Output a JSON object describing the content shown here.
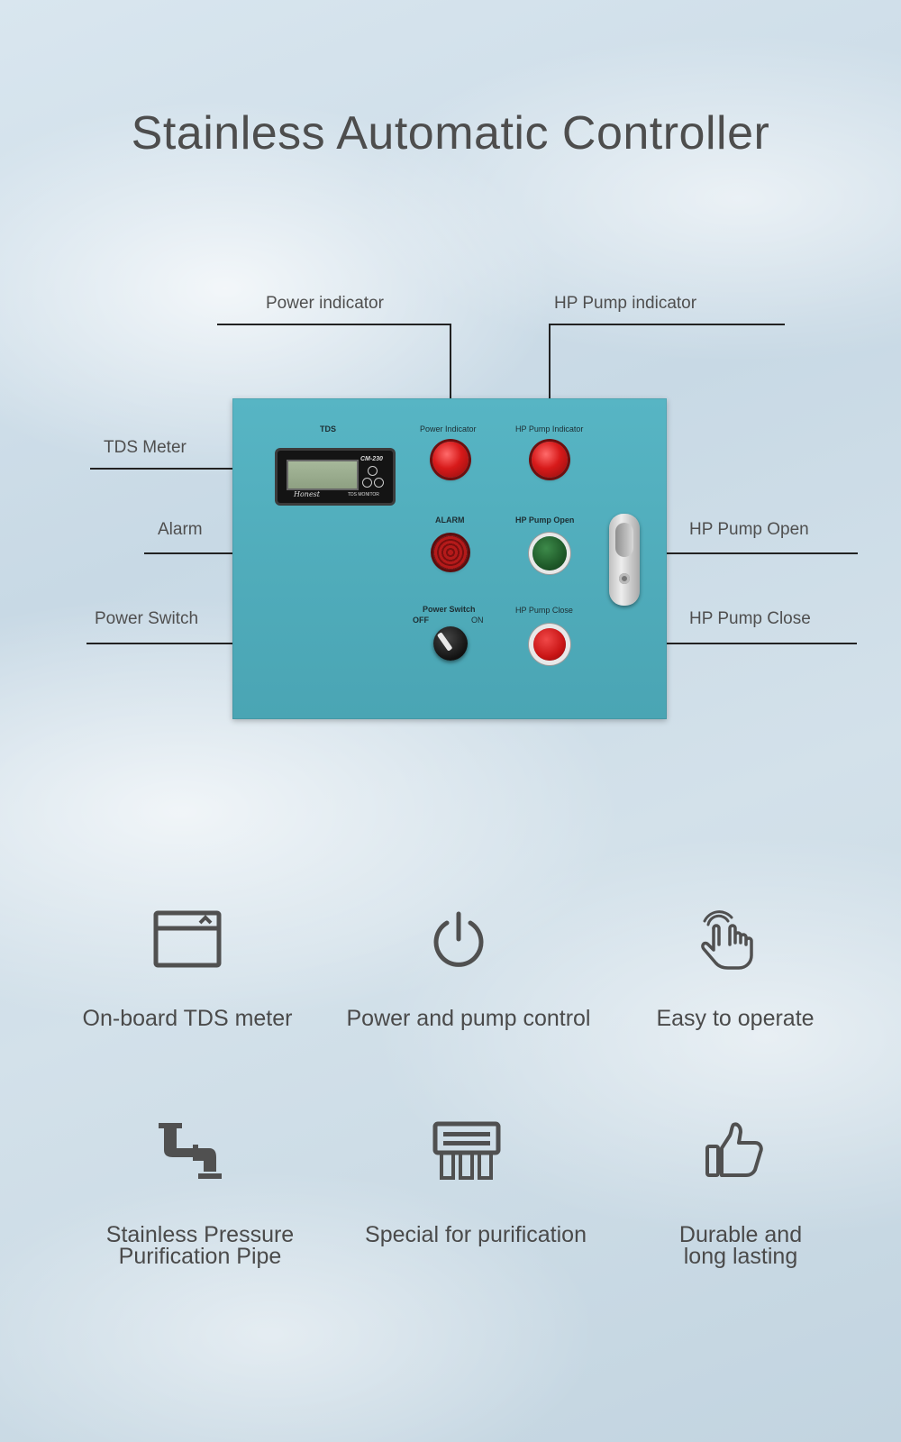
{
  "title": "Stainless Automatic Controller",
  "callouts": {
    "power_indicator": "Power indicator",
    "hp_pump_indicator": "HP Pump indicator",
    "tds_meter": "TDS Meter",
    "alarm": "Alarm",
    "power_switch": "Power Switch",
    "hp_pump_open": "HP Pump Open",
    "hp_pump_close": "HP Pump Close"
  },
  "panel": {
    "tds": "TDS",
    "power_indicator": "Power Indicator",
    "hp_pump_indicator": "HP Pump Indicator",
    "alarm": "ALARM",
    "hp_pump_open": "HP Pump Open",
    "power_switch": "Power  Switch",
    "off": "OFF",
    "on": "ON",
    "hp_pump_close": "HP Pump Close",
    "meter_model": "CM-230",
    "meter_brand": "Honest",
    "meter_caption": "TDS  MONITOR"
  },
  "features": [
    {
      "icon": "window-icon",
      "label": "On-board TDS meter"
    },
    {
      "icon": "power-icon",
      "label": "Power and pump control"
    },
    {
      "icon": "hand-pointer-icon",
      "label": "Easy to operate"
    },
    {
      "icon": "pipe-icon",
      "label_line1": "Stainless Pressure",
      "label_line2": "Purification Pipe"
    },
    {
      "icon": "purifier-icon",
      "label": "Special for purification"
    },
    {
      "icon": "thumbs-up-icon",
      "label_line1": "Durable and",
      "label_line2": "long lasting"
    }
  ]
}
